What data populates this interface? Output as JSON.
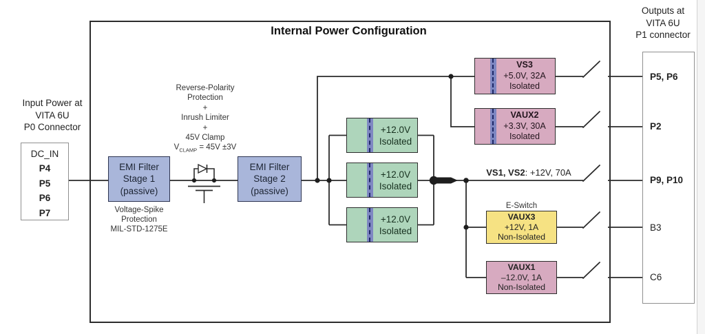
{
  "title": "Internal Power Configuration",
  "colors": {
    "emi_box": "#a9b6da",
    "converter_box": "#aed5bb",
    "isolated_rail_box": "#d7aac0",
    "non_isolated_rail_box": "#f6e283",
    "isolation_stripe": "#7e87c2",
    "isolation_stripe_dash": "#1d2766",
    "wire": "#2a2a2a"
  },
  "input": {
    "caption_lines": [
      "Input Power at",
      "VITA 6U",
      "P0 Connector"
    ],
    "connector_name": "DC_IN",
    "pins": [
      "P4",
      "P5",
      "P6",
      "P7"
    ]
  },
  "emi1": {
    "lines": [
      "EMI Filter",
      "Stage 1",
      "(passive)"
    ]
  },
  "emi1_note": {
    "lines": [
      "Voltage-Spike",
      "Protection",
      "MIL-STD-1275E"
    ]
  },
  "protection_note": {
    "lines": [
      "Reverse-Polarity",
      "Protection",
      "+",
      "Inrush Limiter",
      "+",
      "45V Clamp"
    ],
    "vclamp_prefix": "V",
    "vclamp_sub": "CLAMP",
    "vclamp_rest": " = 45V ±3V"
  },
  "emi2": {
    "lines": [
      "EMI Filter",
      "Stage 2",
      "(passive)"
    ]
  },
  "converters": {
    "items": [
      {
        "voltage": "+12.0V",
        "isolation": "Isolated"
      },
      {
        "voltage": "+12.0V",
        "isolation": "Isolated"
      },
      {
        "voltage": "+12.0V",
        "isolation": "Isolated"
      }
    ]
  },
  "rails": {
    "vs3": {
      "name": "VS3",
      "spec": "+5.0V, 32A",
      "isolation": "Isolated"
    },
    "vaux2": {
      "name": "VAUX2",
      "spec": "+3.3V, 30A",
      "isolation": "Isolated"
    },
    "vs1_vs2": {
      "name": "VS1, VS2",
      "spec": ": +12V, 70A"
    },
    "eswitch_label": "E-Switch",
    "vaux3": {
      "name": "VAUX3",
      "spec": "+12V, 1A",
      "isolation": "Non-Isolated"
    },
    "vaux1": {
      "name": "VAUX1",
      "spec": "–12.0V, 1A",
      "isolation": "Non-Isolated"
    }
  },
  "output": {
    "caption_lines": [
      "Outputs at",
      "VITA 6U",
      "P1 connector"
    ],
    "pins": [
      {
        "label": "P5, P6",
        "bold": true
      },
      {
        "label": "P2",
        "bold": true
      },
      {
        "label": "P9, P10",
        "bold": true
      },
      {
        "label": "B3",
        "bold": false
      },
      {
        "label": "C6",
        "bold": false
      }
    ]
  }
}
